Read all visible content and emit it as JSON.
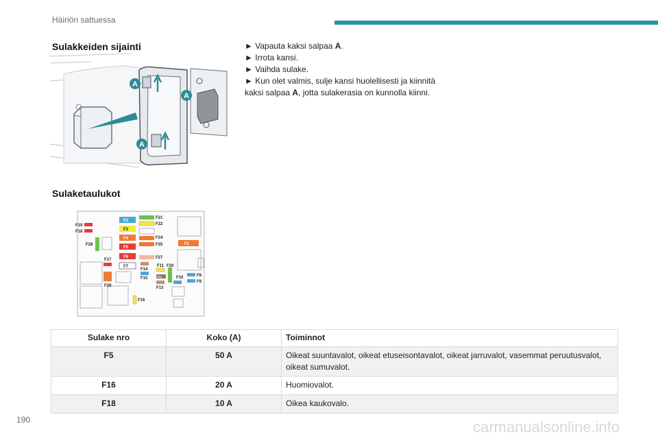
{
  "header": {
    "section_title": "Häiriön sattuessa",
    "accent_color": "#2a93a3"
  },
  "section1": {
    "heading": "Sulakkeiden sijainti"
  },
  "figure1": {
    "labels": [
      "A",
      "A",
      "A"
    ]
  },
  "instructions": [
    {
      "bullet": "►",
      "pre": "Vapauta kaksi salpaa ",
      "bold": "A",
      "post": "."
    },
    {
      "bullet": "►",
      "pre": "Irrota kansi.",
      "bold": "",
      "post": ""
    },
    {
      "bullet": "►",
      "pre": "Vaihda sulake.",
      "bold": "",
      "post": ""
    },
    {
      "bullet": "►",
      "pre": "Kun olet valmis, sulje kansi huolellisesti ja kiinnitä kaksi salpaa ",
      "bold": "A",
      "post": ", jotta sulakerasia on kunnolla kiinni."
    }
  ],
  "section2": {
    "heading": "Sulaketaulukot"
  },
  "fusebox": {
    "labels": {
      "F2": "F2",
      "F3": "F3",
      "F4": "F4",
      "F5": "F5",
      "F6": "F6",
      "F7": "F7",
      "F21": "F21",
      "F22": "F22",
      "F24": "F24",
      "F25": "F25",
      "F27": "F27",
      "F19": "F19",
      "F18": "F18",
      "F28": "F28",
      "F17": "F17",
      "F29": "F29",
      "F1": "F1",
      "F14": "F14",
      "F15": "F15",
      "F11": "F11",
      "F20": "F20",
      "F12": "F12",
      "F13": "F13",
      "F10": "F10",
      "F8": "F8",
      "F9": "F9",
      "F16": "F16"
    }
  },
  "table": {
    "headers": [
      "Sulake nro",
      "Koko (A)",
      "Toiminnot"
    ],
    "rows": [
      [
        "F5",
        "50 A",
        "Oikeat suuntavalot, oikeat etuseisontavalot, oikeat jarruvalot, vasemmat peruutusvalot, oikeat sumuvalot."
      ],
      [
        "F16",
        "20 A",
        "Huomiovalot."
      ],
      [
        "F18",
        "10 A",
        "Oikea kaukovalo."
      ]
    ]
  },
  "footer": {
    "page_number": "190",
    "watermark": "carmanualsonline.info"
  }
}
